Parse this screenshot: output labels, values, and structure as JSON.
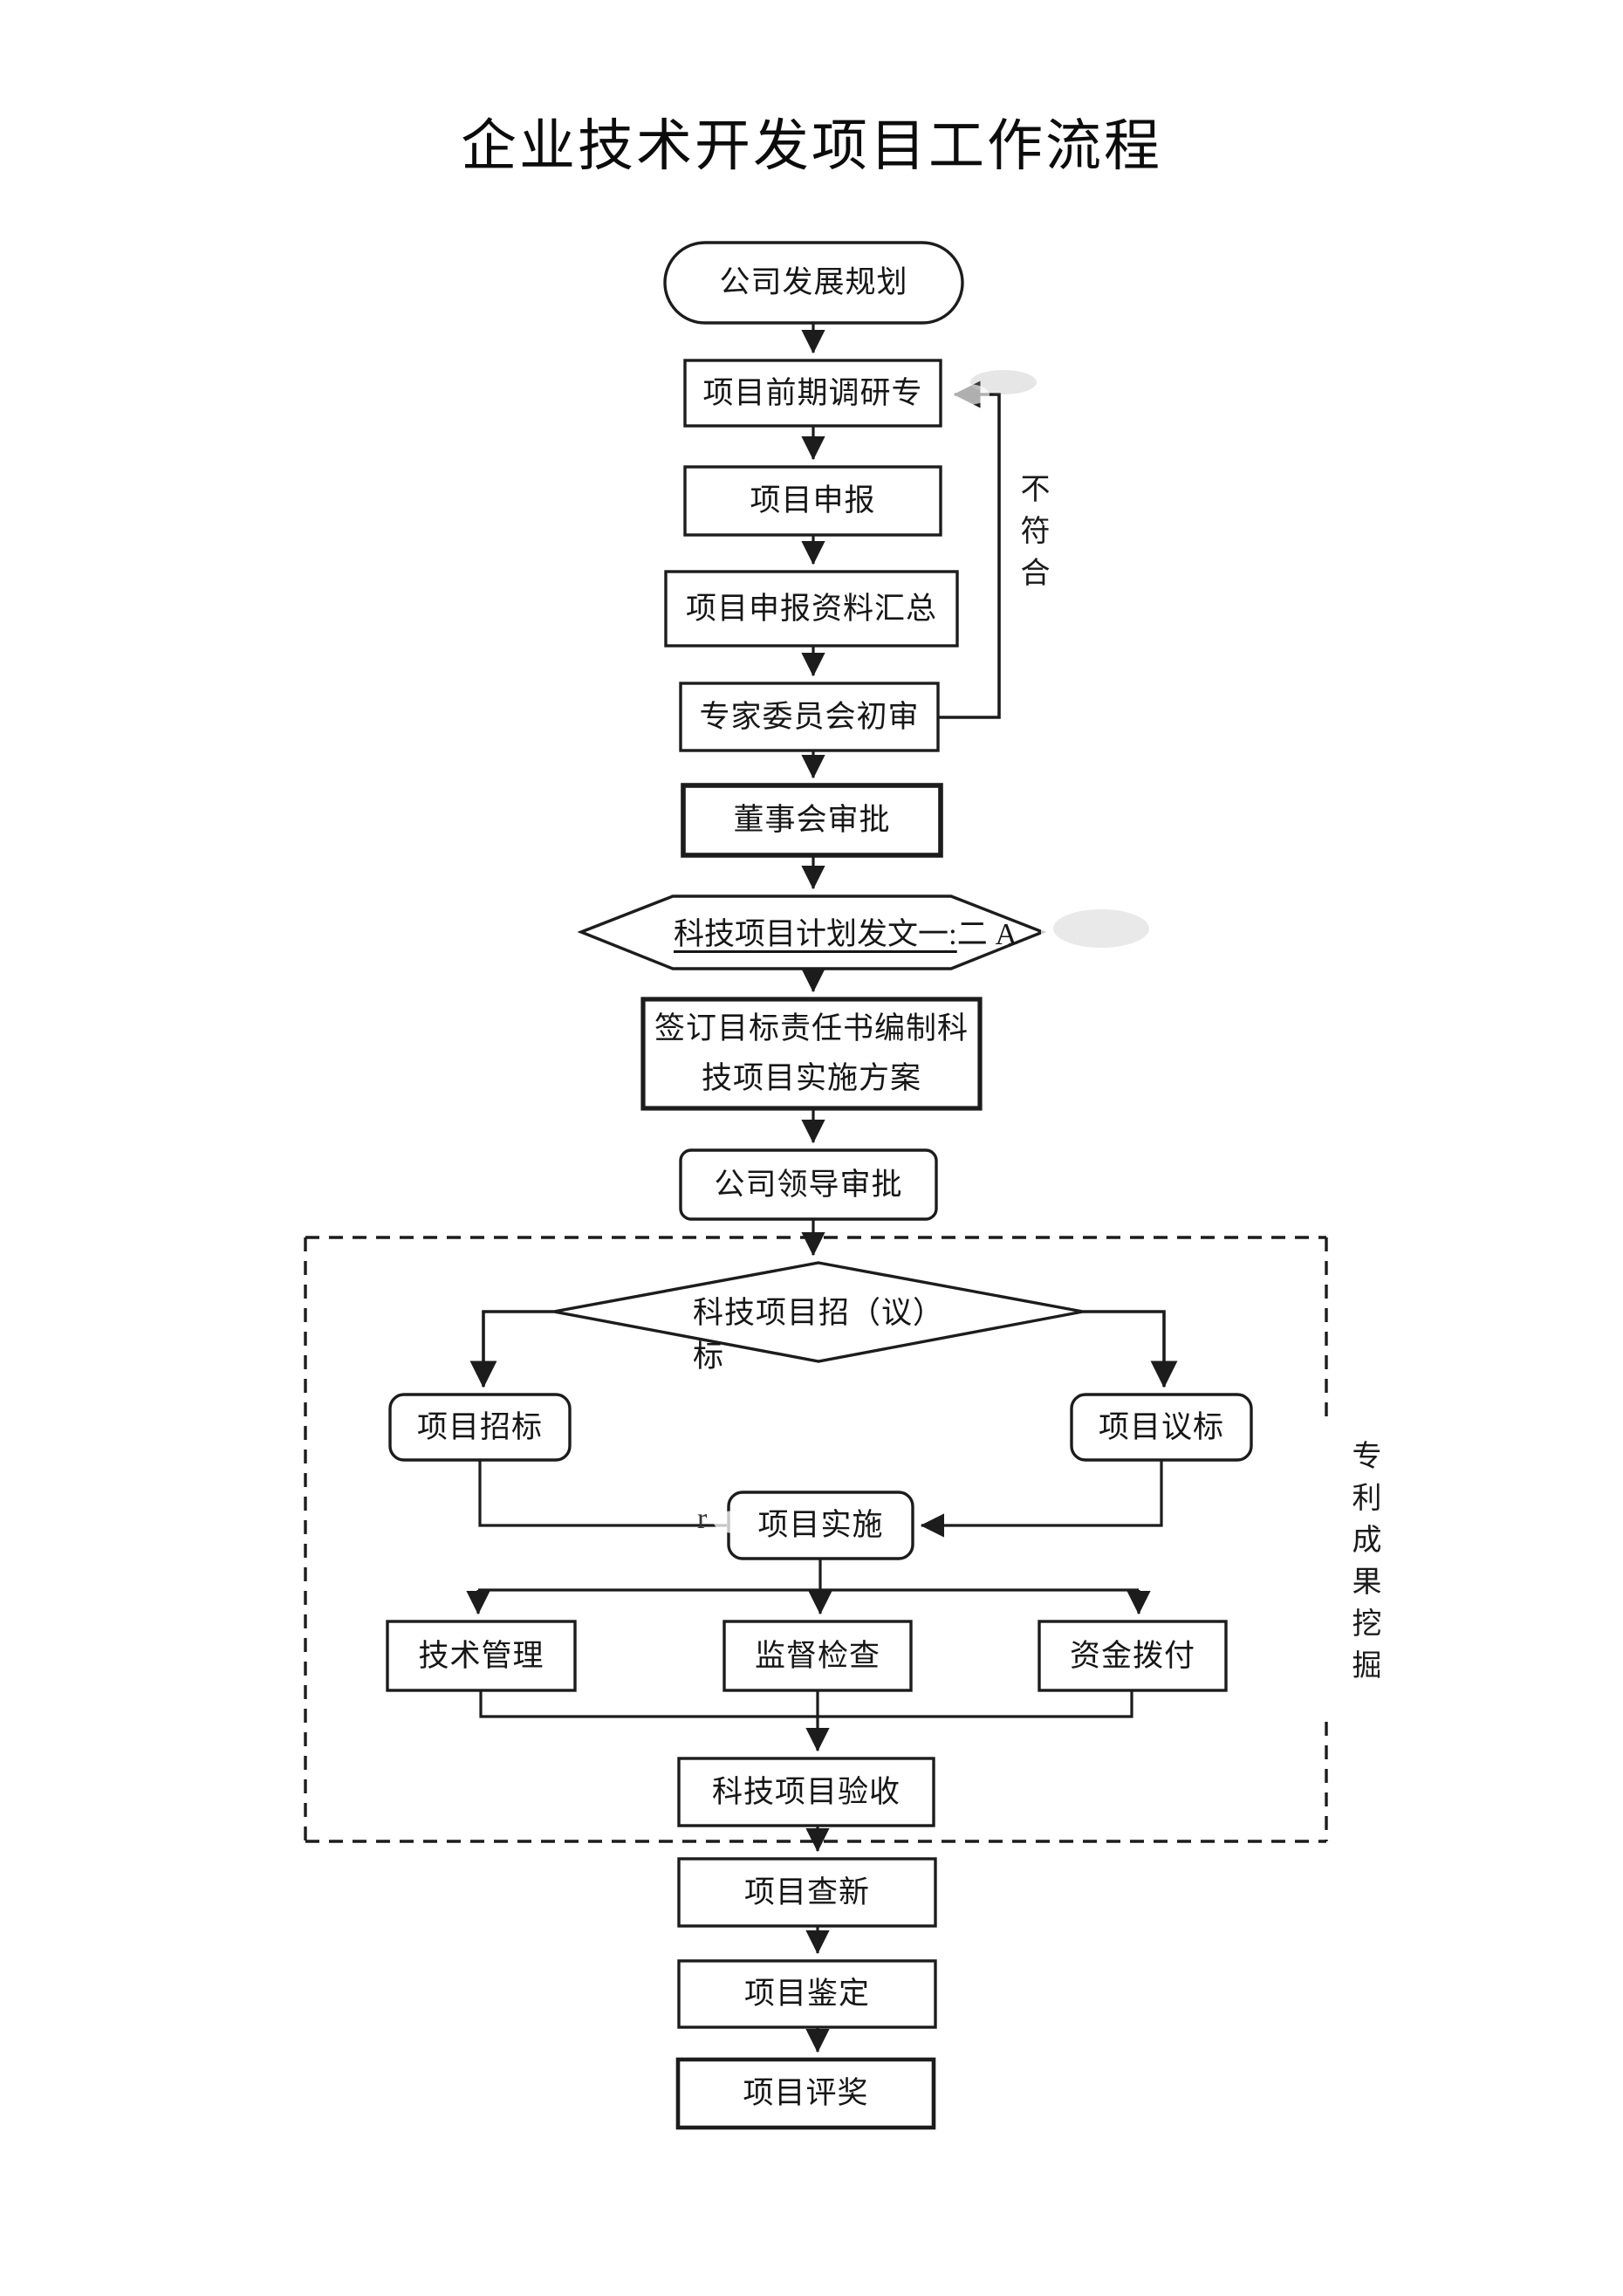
{
  "title": "企业技术开发项目工作流程",
  "flow": {
    "plan": "公司发展规划",
    "research": "项目前期调研专",
    "apply": "项目申报",
    "materials": "项目申报资料汇总",
    "expert_review": "专家委员会初审",
    "board_approval": "董事会审批",
    "plan_issue_underlined": "科技项目计划发文一:",
    "plan_issue_rest": "二 A",
    "sign_line1": "签订目标责任书编制科",
    "sign_line2": "技项目实施方案",
    "leader_approval": "公司领导审批",
    "bid_decision_line1": "科技项目招（议）",
    "bid_decision_line2": "标",
    "tender": "项目招标",
    "negotiate": "项目议标",
    "implement_artifact": "r",
    "implement": "项目实施",
    "tech_management": "技术管理",
    "supervision": "监督检查",
    "fund_allocation": "资金拨付",
    "acceptance": "科技项目验收",
    "novelty_check": "项目查新",
    "appraisal": "项目鉴定",
    "award": "项目评奖"
  },
  "labels": {
    "loop_no": "不符合",
    "patent_mining": "专利成果挖掘"
  },
  "colors": {
    "line": "#1c1c1c",
    "background": "#ffffff"
  }
}
